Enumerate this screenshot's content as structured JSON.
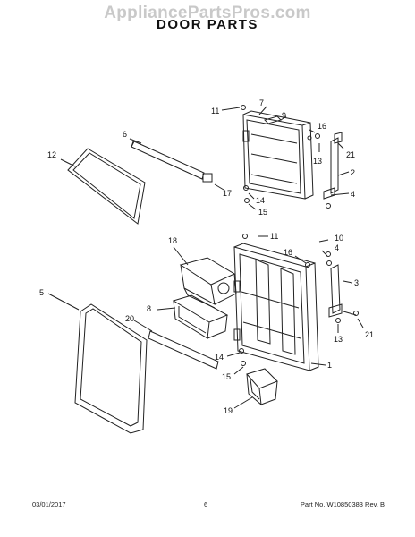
{
  "header": {
    "watermark": "AppliancePartsPros.com",
    "title": "DOOR PARTS"
  },
  "callouts": {
    "c1": "1",
    "c2": "2",
    "c3": "3",
    "c4": "4",
    "c4b": "4",
    "c5": "5",
    "c6": "6",
    "c7": "7",
    "c8": "8",
    "c9": "9",
    "c10": "10",
    "c11a": "11",
    "c11b": "11",
    "c12": "12",
    "c13a": "13",
    "c13b": "13",
    "c14a": "14",
    "c14b": "14",
    "c15a": "15",
    "c15b": "15",
    "c16a": "16",
    "c16b": "16",
    "c17": "17",
    "c18": "18",
    "c19": "19",
    "c20": "20",
    "c21a": "21",
    "c21b": "21"
  },
  "footer": {
    "date": "03/01/2017",
    "page": "6",
    "part_no": "Part No. W10850383  Rev. B"
  }
}
